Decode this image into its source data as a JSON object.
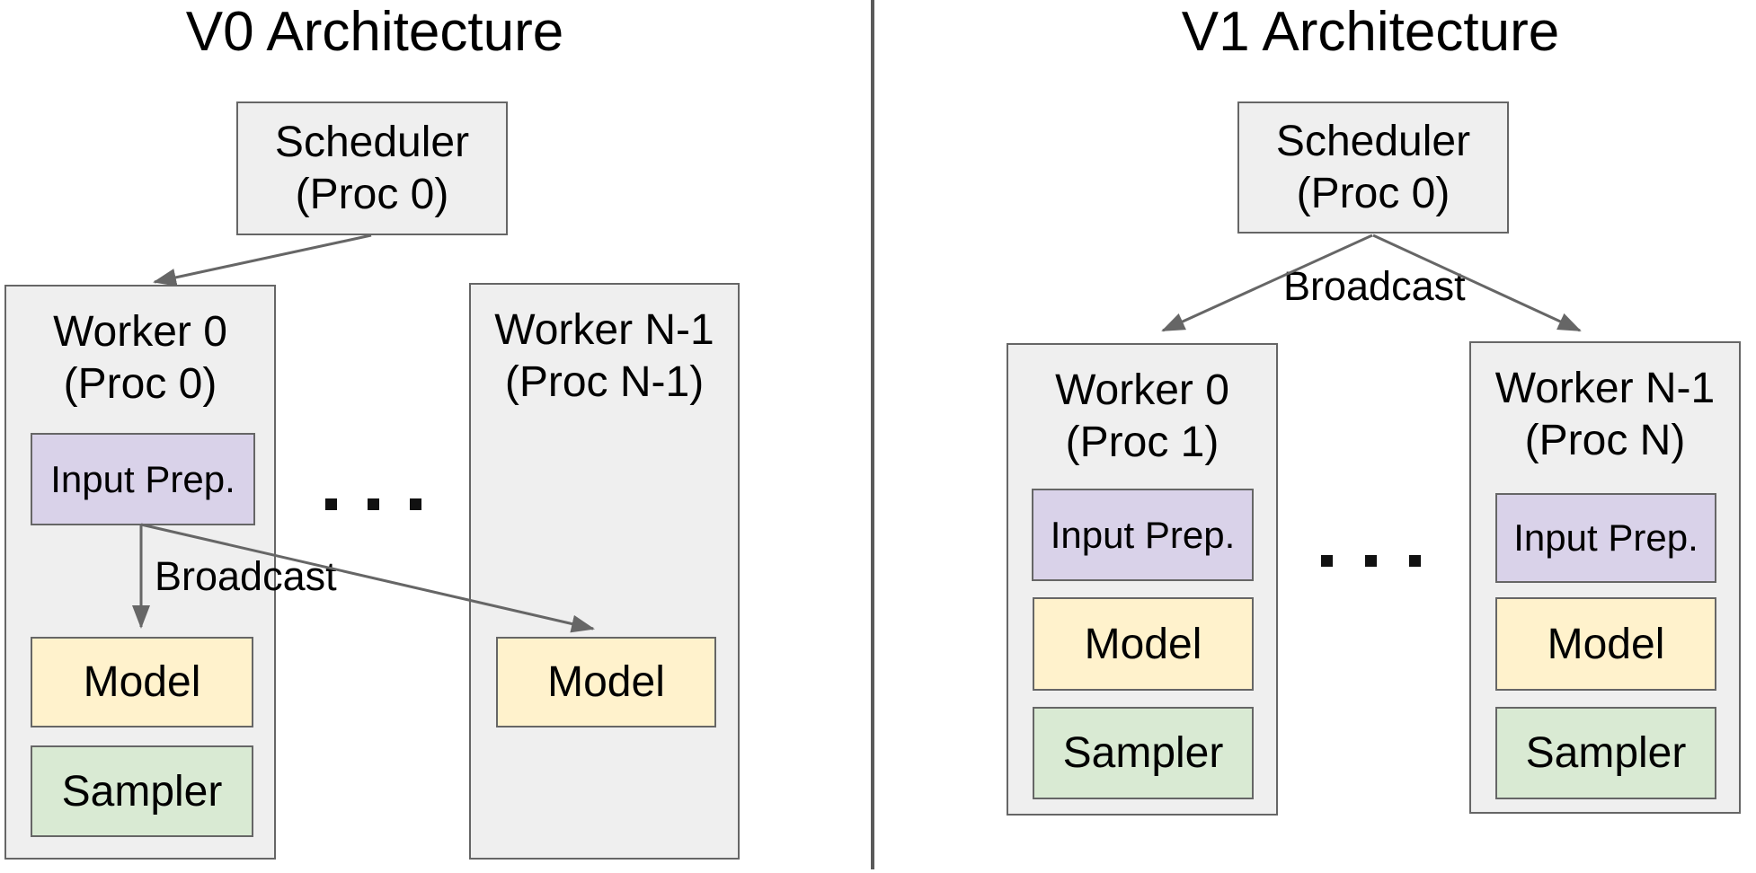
{
  "colors": {
    "panel_fill": "#efefef",
    "border": "#666666",
    "input_prep_fill": "#d9d2e9",
    "model_fill": "#fff2cc",
    "sampler_fill": "#d9ead3",
    "arrow": "#666666",
    "divider": "#5a5a5a",
    "text": "#000000"
  },
  "v0": {
    "title": "V0 Architecture",
    "scheduler": {
      "line1": "Scheduler",
      "line2": "(Proc 0)"
    },
    "worker0": {
      "line1": "Worker 0",
      "line2": "(Proc 0)",
      "input_prep": "Input Prep.",
      "model": "Model",
      "sampler": "Sampler"
    },
    "broadcast_label": "Broadcast",
    "workerN": {
      "line1": "Worker N-1",
      "line2": "(Proc N-1)",
      "model": "Model"
    },
    "ellipsis": ". . ."
  },
  "v1": {
    "title": "V1 Architecture",
    "scheduler": {
      "line1": "Scheduler",
      "line2": "(Proc 0)"
    },
    "broadcast_label": "Broadcast",
    "worker0": {
      "line1": "Worker 0",
      "line2": "(Proc 1)",
      "input_prep": "Input Prep.",
      "model": "Model",
      "sampler": "Sampler"
    },
    "workerN": {
      "line1": "Worker N-1",
      "line2": "(Proc N)",
      "input_prep": "Input Prep.",
      "model": "Model",
      "sampler": "Sampler"
    },
    "ellipsis": ". . ."
  }
}
